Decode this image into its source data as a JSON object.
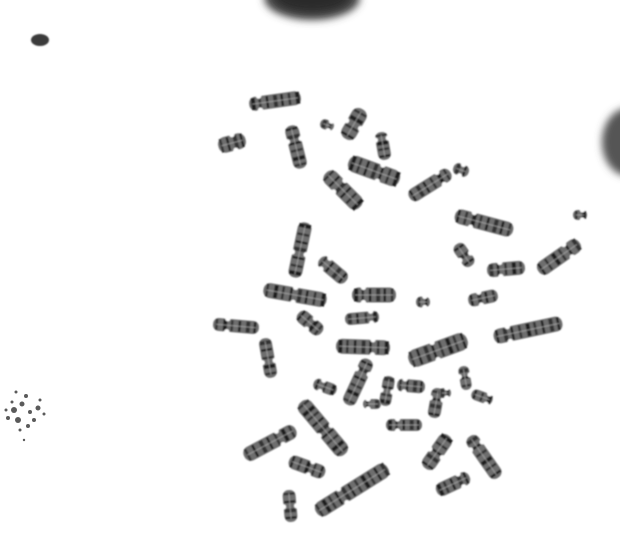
{
  "image": {
    "background": "#ffffff",
    "stain_colors": [
      "#1a1a1a",
      "#3a3a3a",
      "#5c5c5c",
      "#8a8a8a",
      "#bdbdbd"
    ],
    "elements": [
      "chromosome-spread",
      "interphase-nucleus-top",
      "interphase-nucleus-right-edge",
      "stain-debris-left",
      "small-fragment-top-left"
    ]
  }
}
